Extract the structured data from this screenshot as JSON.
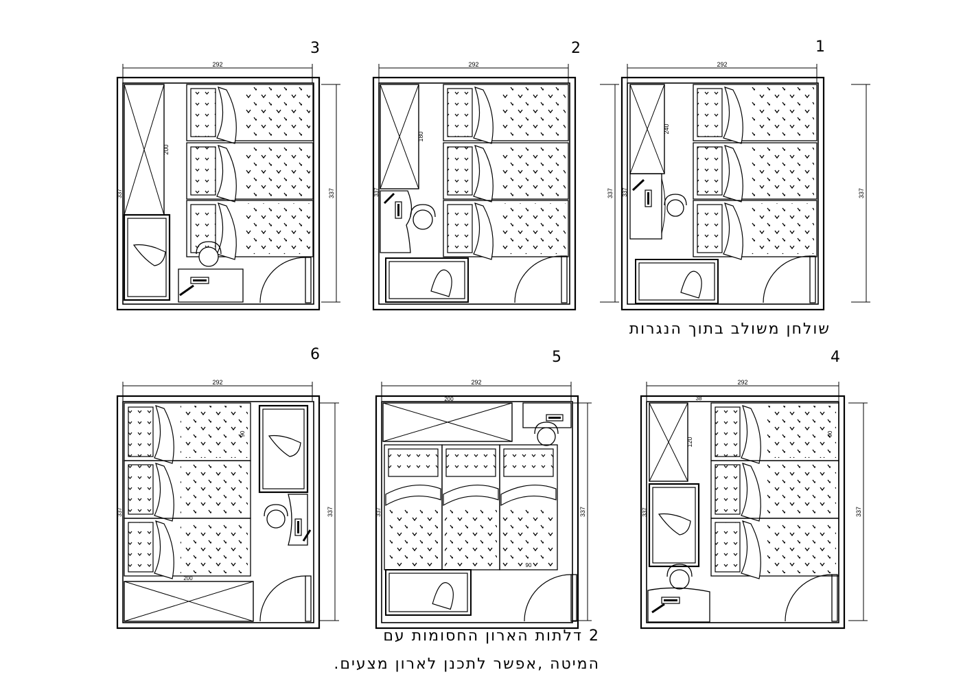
{
  "colors": {
    "line": "#000000",
    "background": "#ffffff"
  },
  "panels": [
    {
      "number": "1",
      "dims": {
        "width": "292",
        "height": "337",
        "left": "337",
        "closet": "240"
      },
      "closet_orientation": "vertical",
      "bed_stack_count": 3,
      "desk": "integrated",
      "icons": [
        "bunk-bed-stack-icon",
        "closet-icon",
        "desk-icon",
        "chair-icon",
        "pull-out-bed-icon",
        "door-swing-icon"
      ]
    },
    {
      "number": "2",
      "dims": {
        "width": "292",
        "height": "337",
        "left": "337",
        "closet": "180"
      },
      "closet_orientation": "vertical",
      "bed_stack_count": 3,
      "desk": "separate",
      "icons": [
        "bunk-bed-stack-icon",
        "closet-icon",
        "desk-icon",
        "chair-icon",
        "pull-out-bed-icon",
        "door-swing-icon"
      ]
    },
    {
      "number": "3",
      "dims": {
        "width": "292",
        "height": "337",
        "left": "337",
        "closet": "200"
      },
      "closet_orientation": "vertical",
      "bed_stack_count": 3,
      "desk": "bottom",
      "icons": [
        "bunk-bed-stack-icon",
        "closet-icon",
        "bed-icon",
        "desk-icon",
        "chair-icon",
        "door-swing-icon"
      ]
    },
    {
      "number": "4",
      "dims": {
        "width": "292",
        "height": "337",
        "left": "337",
        "closet": "120",
        "top_small": "38",
        "bed": "90"
      },
      "closet_orientation": "vertical",
      "bed_stack_count": 3,
      "desk": "bottom",
      "icons": [
        "bunk-bed-stack-icon",
        "closet-icon",
        "bed-icon",
        "desk-icon",
        "chair-icon",
        "door-swing-icon"
      ]
    },
    {
      "number": "5",
      "dims": {
        "width": "292",
        "height": "337",
        "left": "337",
        "closet": "200",
        "bed": "90"
      },
      "closet_orientation": "horizontal",
      "bed_stack_count": 3,
      "desk": "top-right",
      "icons": [
        "vertical-bunk-beds-icon",
        "closet-icon",
        "desk-icon",
        "chair-icon",
        "pull-out-bed-icon",
        "door-swing-icon"
      ]
    },
    {
      "number": "6",
      "dims": {
        "width": "292",
        "height": "337",
        "left": "337",
        "closet": "200",
        "bed": "90"
      },
      "closet_orientation": "horizontal",
      "bed_stack_count": 3,
      "desk": "right",
      "icons": [
        "bunk-bed-stack-icon",
        "closet-icon",
        "bed-icon",
        "desk-icon",
        "chair-icon",
        "door-swing-icon"
      ]
    }
  ],
  "notes": {
    "integrated_desk": "שולחן משולב בתוך הנגרות",
    "closet_doors_line1": "2 דלתות הארון החסומות עם",
    "closet_doors_line2": "המיטה ,אפשר לתכנן לארון מצעים."
  }
}
